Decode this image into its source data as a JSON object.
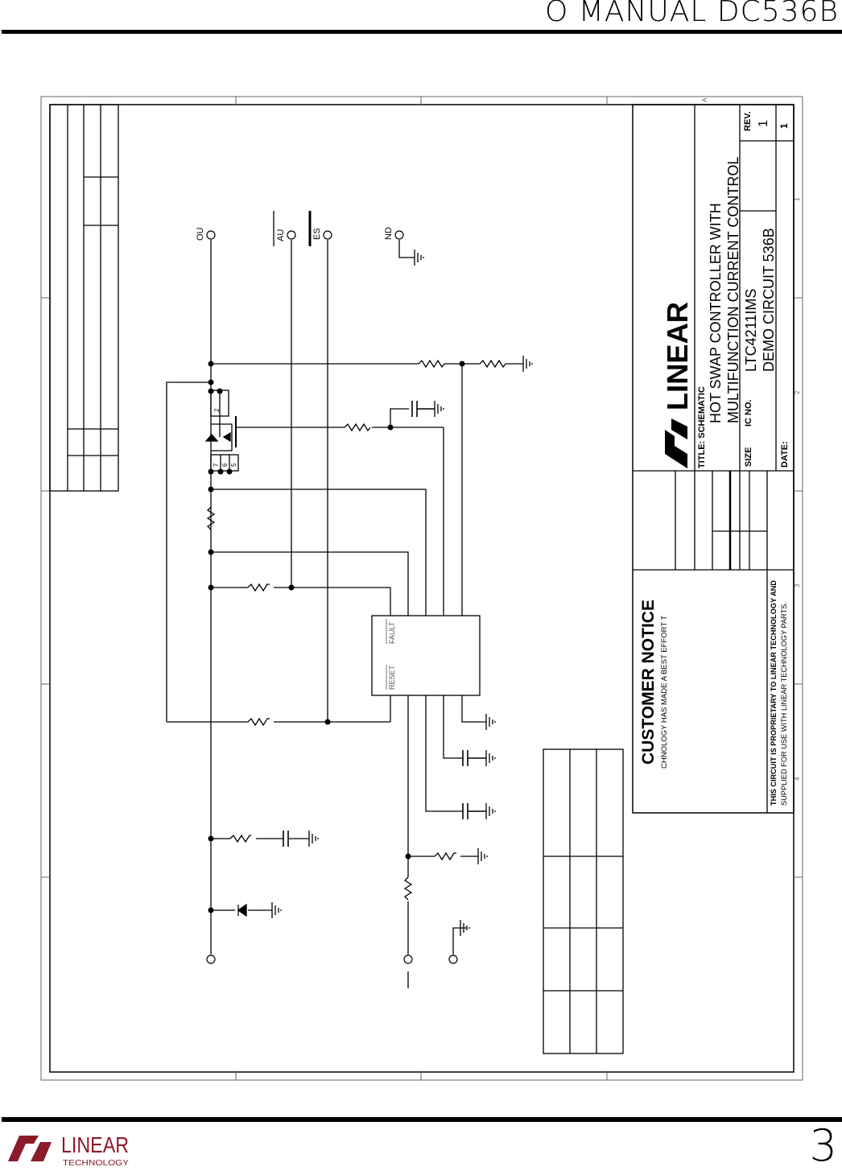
{
  "header": {
    "title": "O MANUAL DC536B"
  },
  "footer": {
    "page_number": "3",
    "logo_text": "LINEAR",
    "logo_subtext": "TECHNOLOGY",
    "brand_color": "#8b1a2b"
  },
  "schematic": {
    "terminals": {
      "out": "OU",
      "au": "AU",
      "es": "ES",
      "nd": "ND"
    },
    "mosfet_pins": [
      "2",
      "7",
      "6",
      "5"
    ],
    "ic_pins": {
      "reset": "RESET",
      "fault": "FAULT"
    },
    "grid_numbers": [
      "1",
      "2",
      "3",
      "4"
    ],
    "grid_letter": "A"
  },
  "title_block": {
    "logo_text": "LINEAR",
    "title_label": "TITLE: SCHEMATIC",
    "title_line1": "HOT SWAP CONTROLLER WITH",
    "title_line2": "MULTIFUNCTION CURRENT CONTROL",
    "size_label": "SIZE",
    "ic_no_label": "IC NO.",
    "ic_no": "LTC4211IMS",
    "demo_circuit": "DEMO CIRCUIT 536B",
    "rev_label": "REV.",
    "rev": "1",
    "sheet": "1",
    "date_label": "DATE:"
  },
  "notice": {
    "heading": "CUSTOMER NOTICE",
    "body": "CHNOLOGY HAS MADE A BEST EFFORT T",
    "footer_line1": "THIS CIRCUIT IS PROPRIETARY TO LINEAR TECHNOLOGY AND",
    "footer_line2": "SUPPLIED FOR USE WITH LINEAR TECHNOLOGY PARTS."
  }
}
